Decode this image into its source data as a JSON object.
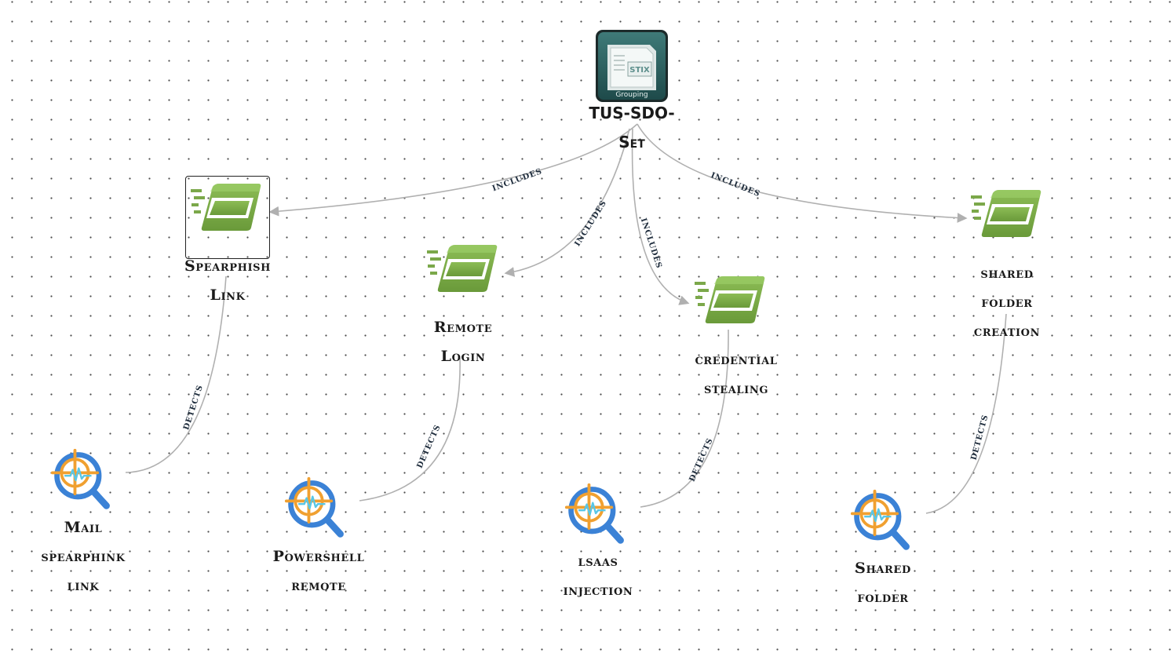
{
  "root": {
    "icon": "stix-grouping-icon",
    "icon_text_top": "STIX",
    "icon_text_bottom": "Grouping",
    "label_line1": "TUS-SDO-",
    "label_line2": "Set"
  },
  "patterns": [
    {
      "id": "spearphish",
      "icon": "attack-pattern-icon",
      "label_lines": [
        "Spearphish",
        "Link"
      ],
      "selected": true
    },
    {
      "id": "remote-login",
      "icon": "attack-pattern-icon",
      "label_lines": [
        "Remote",
        "Login"
      ]
    },
    {
      "id": "credential-stealing",
      "icon": "attack-pattern-icon",
      "label_lines": [
        "credential",
        "stealing"
      ]
    },
    {
      "id": "shared-folder-creation",
      "icon": "attack-pattern-icon",
      "label_lines": [
        "shared",
        "folder",
        "creation"
      ]
    }
  ],
  "detectors": [
    {
      "id": "mail",
      "icon": "detection-search-icon",
      "label_lines": [
        "Mail",
        "spearphink",
        "link"
      ]
    },
    {
      "id": "powershell",
      "icon": "detection-search-icon",
      "label_lines": [
        "Powershell",
        "remote"
      ]
    },
    {
      "id": "lsaas",
      "icon": "detection-search-icon",
      "label_lines": [
        "lsaas",
        "injection"
      ]
    },
    {
      "id": "shared-folder",
      "icon": "detection-search-icon",
      "label_lines": [
        "Shared",
        "folder"
      ]
    }
  ],
  "edges": {
    "includes_label": "includes",
    "detects_label": "detects"
  },
  "colors": {
    "edge": "#b0b0b0",
    "pattern_green": "#7ba84a",
    "pattern_dark": "#5a8a2e",
    "detector_blue": "#3b82d6",
    "detector_orange": "#f0a030",
    "grouping_dark": "#1c2a2a"
  }
}
